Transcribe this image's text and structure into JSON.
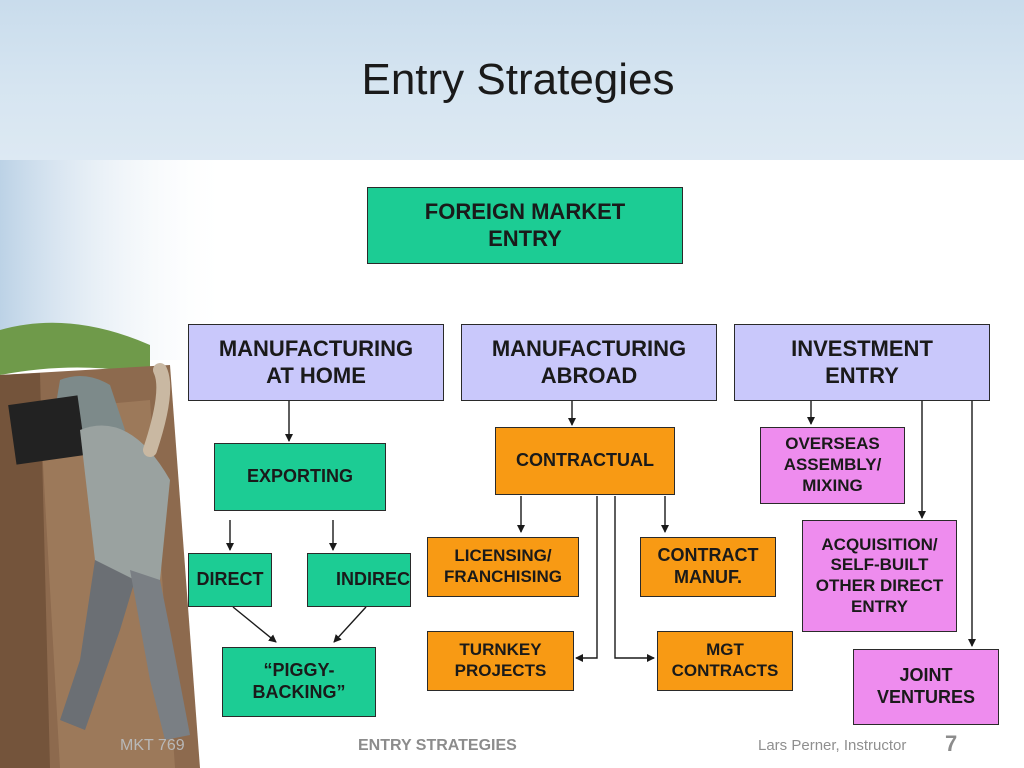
{
  "slide": {
    "title": "Entry Strategies",
    "footer_left": "MKT 769",
    "footer_center": "ENTRY STRATEGIES",
    "footer_right": "Lars Perner, Instructor",
    "page_number": "7"
  },
  "colors": {
    "teal": "#1ccc94",
    "lavender": "#c9c8fb",
    "orange": "#f89a14",
    "pink": "#ee8cee",
    "header": "#d6e5f1"
  },
  "nodes": {
    "root": "FOREIGN MARKET\nENTRY",
    "home": "MANUFACTURING\nAT HOME",
    "abroad": "MANUFACTURING\nABROAD",
    "investment": "INVESTMENT\nENTRY",
    "exporting": "EXPORTING",
    "direct": "DIRECT",
    "indirect": "INDIREC",
    "piggyback": "“PIGGY-\nBACKING”",
    "contractual": "CONTRACTUAL",
    "licensing": "LICENSING/\nFRANCHISING",
    "contract_manuf": "CONTRACT\nMANUF.",
    "turnkey": "TURNKEY\nPROJECTS",
    "mgt": "MGT\nCONTRACTS",
    "assembly": "OVERSEAS\nASSEMBLY/\nMIXING",
    "acquisition": "ACQUISITION/\nSELF-BUILT\nOTHER DIRECT\nENTRY",
    "joint": "JOINT\nVENTURES"
  }
}
